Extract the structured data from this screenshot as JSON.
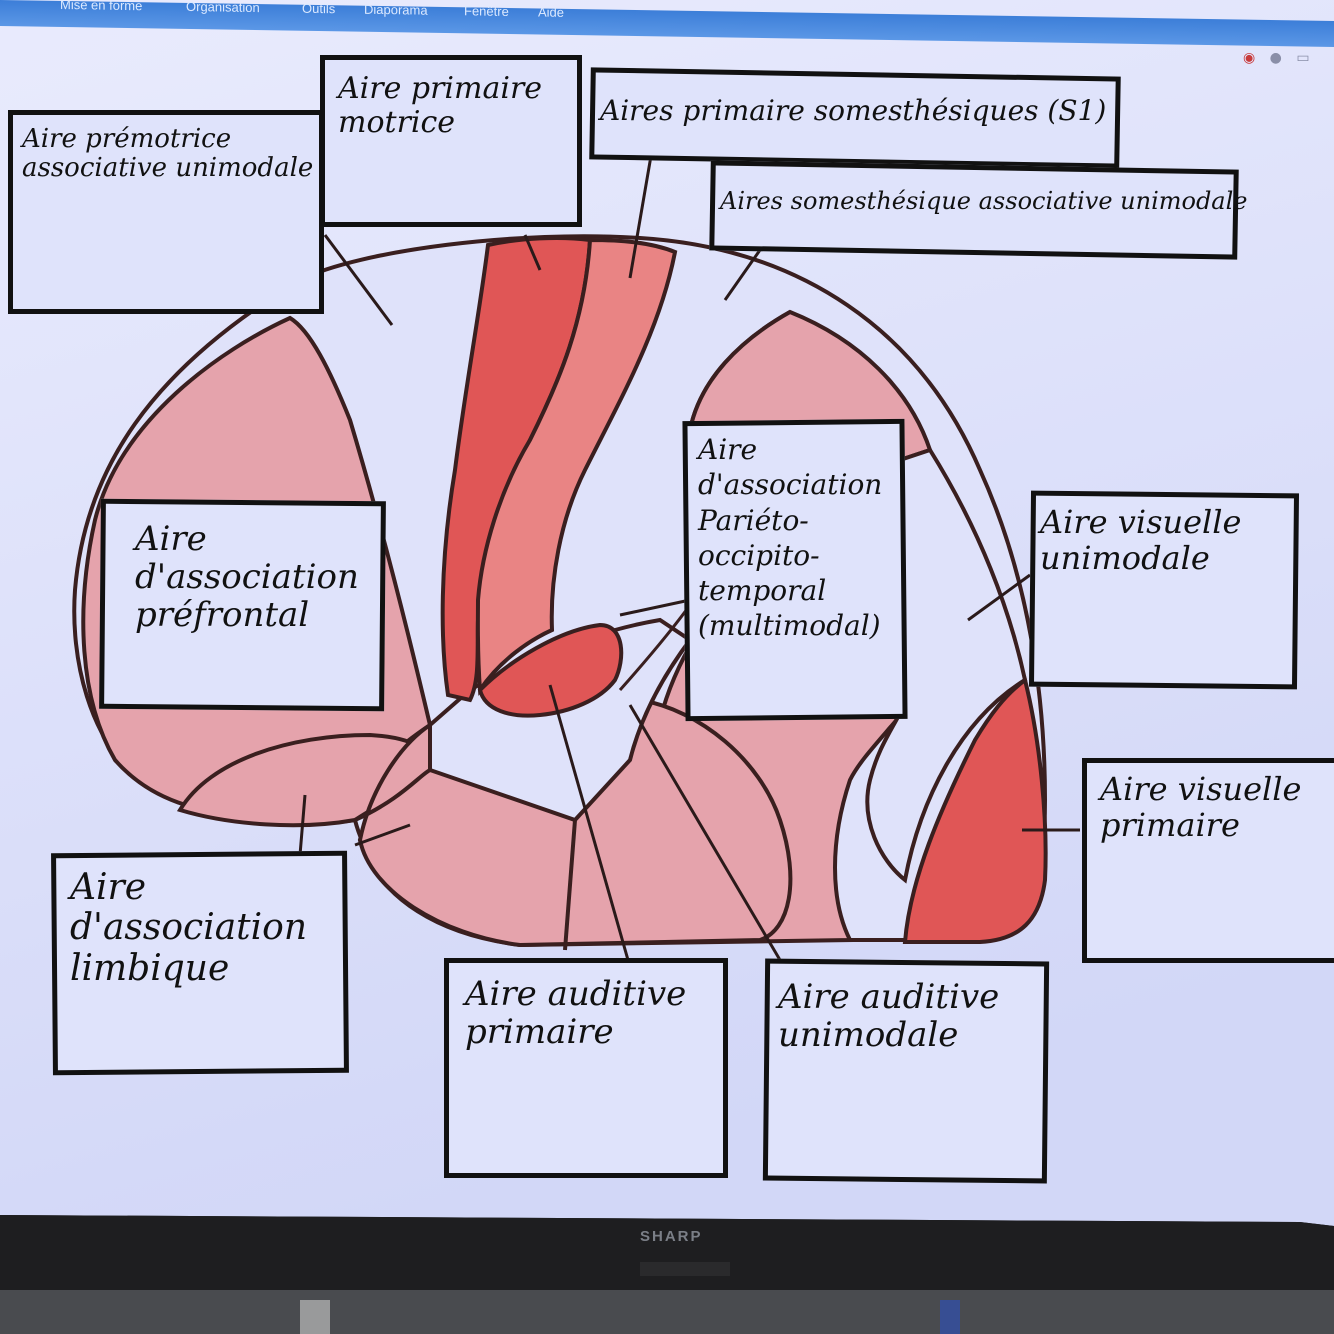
{
  "menubar": {
    "items": [
      "Mise en forme",
      "Organisation",
      "Outils",
      "Diaporama",
      "Fenêtre",
      "Aide"
    ]
  },
  "monitor": {
    "brand": "SHARP"
  },
  "labels": {
    "premotrice": "Aire prémotrice\nassociative unimodale",
    "primaire_motrice": "Aire primaire\nmotrice",
    "somesthesiques_s1": "Aires primaire somesthésiques (S1)",
    "somesthesique_assoc": "Aires somesthésique associative unimodale",
    "prefrontal": "Aire d'association\npréfrontal",
    "parieto": "Aire d'association\nPariéto-\noccipito-\ntemporal\n(multimodal)",
    "visuelle_unimodale": "Aire visuelle\nunimodale",
    "visuelle_primaire": "Aire visuelle\nprimaire",
    "limbique": "Aire d'association\nlimbique",
    "auditive_primaire": "Aire auditive\nprimaire",
    "auditive_unimodale": "Aire auditive\nunimodale"
  },
  "colors": {
    "screen_bg": "#dde1fb",
    "association_area": "#e5a3ac",
    "primary_area": "#e05656",
    "unimodal_area": "#e98484",
    "outline": "#3a1f1f",
    "monitor_bezel": "#1e1e20"
  }
}
